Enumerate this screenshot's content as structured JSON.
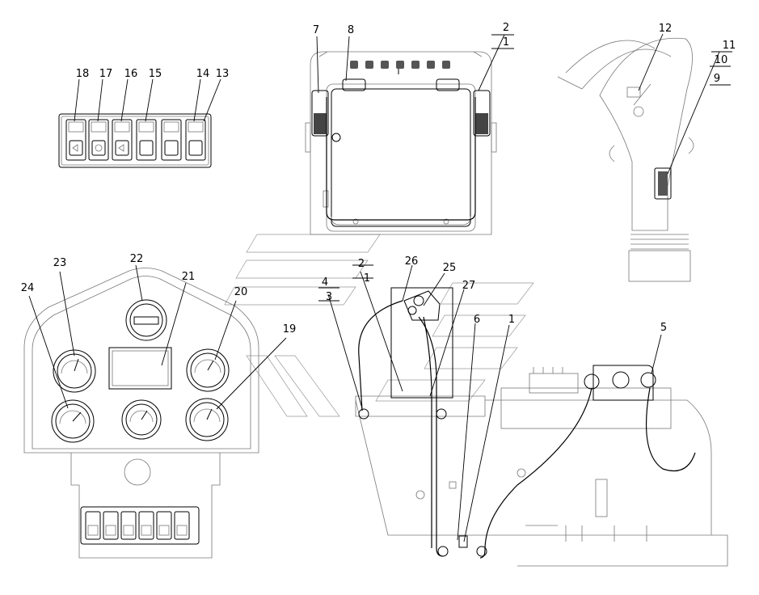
{
  "callouts": {
    "c1a": "1",
    "c1b": "1",
    "c1c": "1",
    "c2a": "2",
    "c2b": "2",
    "c3": "3",
    "c4": "4",
    "c5": "5",
    "c6": "6",
    "c7": "7",
    "c8": "8",
    "c9": "9",
    "c10": "10",
    "c11": "11",
    "c12": "12",
    "c13": "13",
    "c14": "14",
    "c15": "15",
    "c16": "16",
    "c17": "17",
    "c18": "18",
    "c19": "19",
    "c20": "20",
    "c21": "21",
    "c22": "22",
    "c23": "23",
    "c24": "24",
    "c25": "25",
    "c26": "26",
    "c27": "27"
  }
}
